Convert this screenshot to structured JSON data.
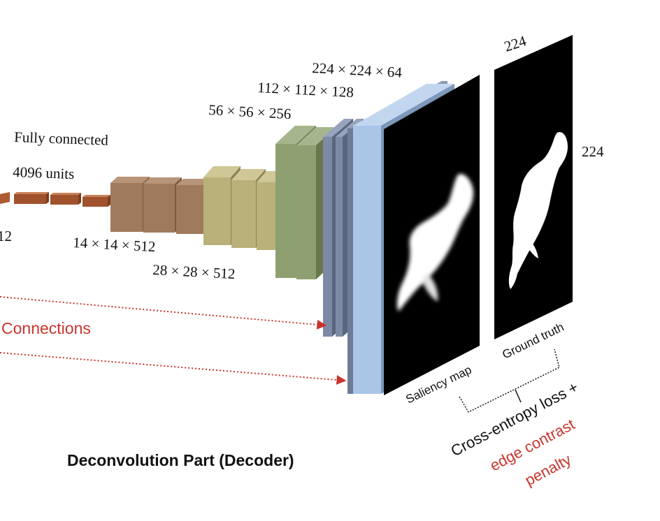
{
  "labels": {
    "fully_connected": "Fully connected",
    "units": "4096 units",
    "partial_left": "12",
    "dim_14": "14 × 14 × 512",
    "dim_28": "28 × 28 × 512",
    "dim_56": "56 × 56 × 256",
    "dim_112": "112 × 112 × 128",
    "dim_224": "224 × 224 × 64",
    "img_width": "224",
    "img_height": "224",
    "connections": "Connections",
    "saliency_map": "Saliency map",
    "ground_truth": "Ground truth",
    "loss_line1": "Cross-entropy loss +",
    "loss_line2": "edge contrast",
    "loss_line3": "penalty",
    "decoder_title": "Deconvolution Part (Decoder)"
  },
  "colors": {
    "fc_units": "#a0522d",
    "block_14": "#a07a5c",
    "block_28": "#b9b07a",
    "block_56": "#8ea072",
    "block_112": "#7d8aa5",
    "block_224": "#a9c6e8",
    "accent_red": "#c8352d",
    "image_bg": "#000000"
  },
  "icons": {
    "saliency_image": "saliency-silhouette",
    "ground_truth_image": "ground-truth-silhouette"
  }
}
